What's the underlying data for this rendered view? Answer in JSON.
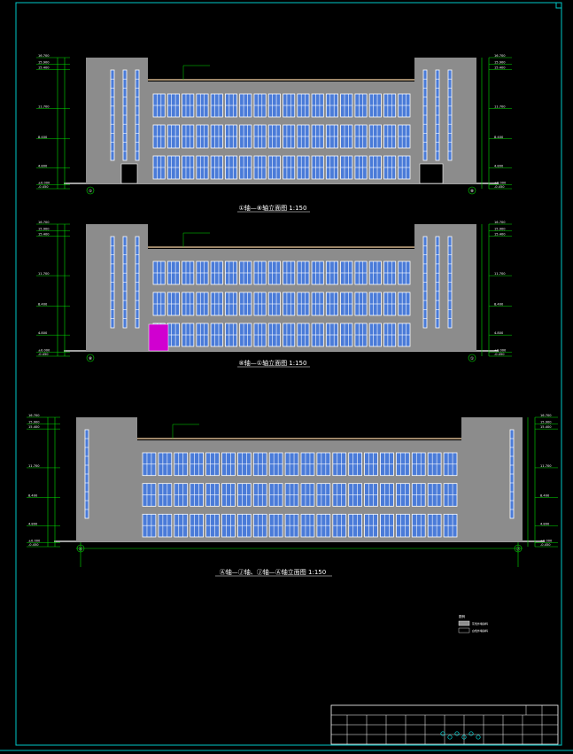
{
  "elevations": [
    {
      "caption": "①轴—⑧轴立面图 1:150",
      "left_levels": [
        "16.700",
        "15.900",
        "15.400",
        "11.700",
        "8.400",
        "4.800",
        "±0.000",
        "-0.450"
      ],
      "right_levels": [
        "16.700",
        "15.900",
        "15.400",
        "11.700",
        "8.400",
        "4.800",
        "±0.000",
        "-0.450"
      ],
      "axis_left": "①",
      "axis_right": "⑧"
    },
    {
      "caption": "⑧轴—①轴立面图 1:150",
      "left_levels": [
        "16.700",
        "15.900",
        "15.400",
        "11.700",
        "8.400",
        "4.800",
        "±0.000",
        "-0.450"
      ],
      "right_levels": [
        "16.700",
        "15.900",
        "15.400",
        "11.700",
        "8.400",
        "4.800",
        "±0.000",
        "-0.450"
      ],
      "axis_left": "⑧",
      "axis_right": "①"
    },
    {
      "caption": "Ⓐ轴—Ⓙ轴、Ⓙ轴—Ⓐ轴立面图 1:150",
      "left_levels": [
        "16.700",
        "15.900",
        "15.400",
        "11.700",
        "8.400",
        "4.800",
        "±0.000",
        "-0.450"
      ],
      "right_levels": [
        "16.700",
        "15.900",
        "15.400",
        "11.700",
        "8.400",
        "4.800",
        "±0.000",
        "-0.450"
      ],
      "axis_left": "Ⓐ",
      "axis_right": "Ⓙ"
    }
  ],
  "legend": {
    "title": "图例",
    "items": [
      "灰色外墙涂料",
      "白色外墙涂料"
    ]
  },
  "colors": {
    "wall_grey": "#8c8c8c",
    "window_blue": "#4a7bd8",
    "window_frame": "#ffffff",
    "dimension_green": "#00e000",
    "frame_cyan": "#00c8c8",
    "door_magenta": "#d000d0",
    "parapet_tan": "#d2b48c"
  }
}
